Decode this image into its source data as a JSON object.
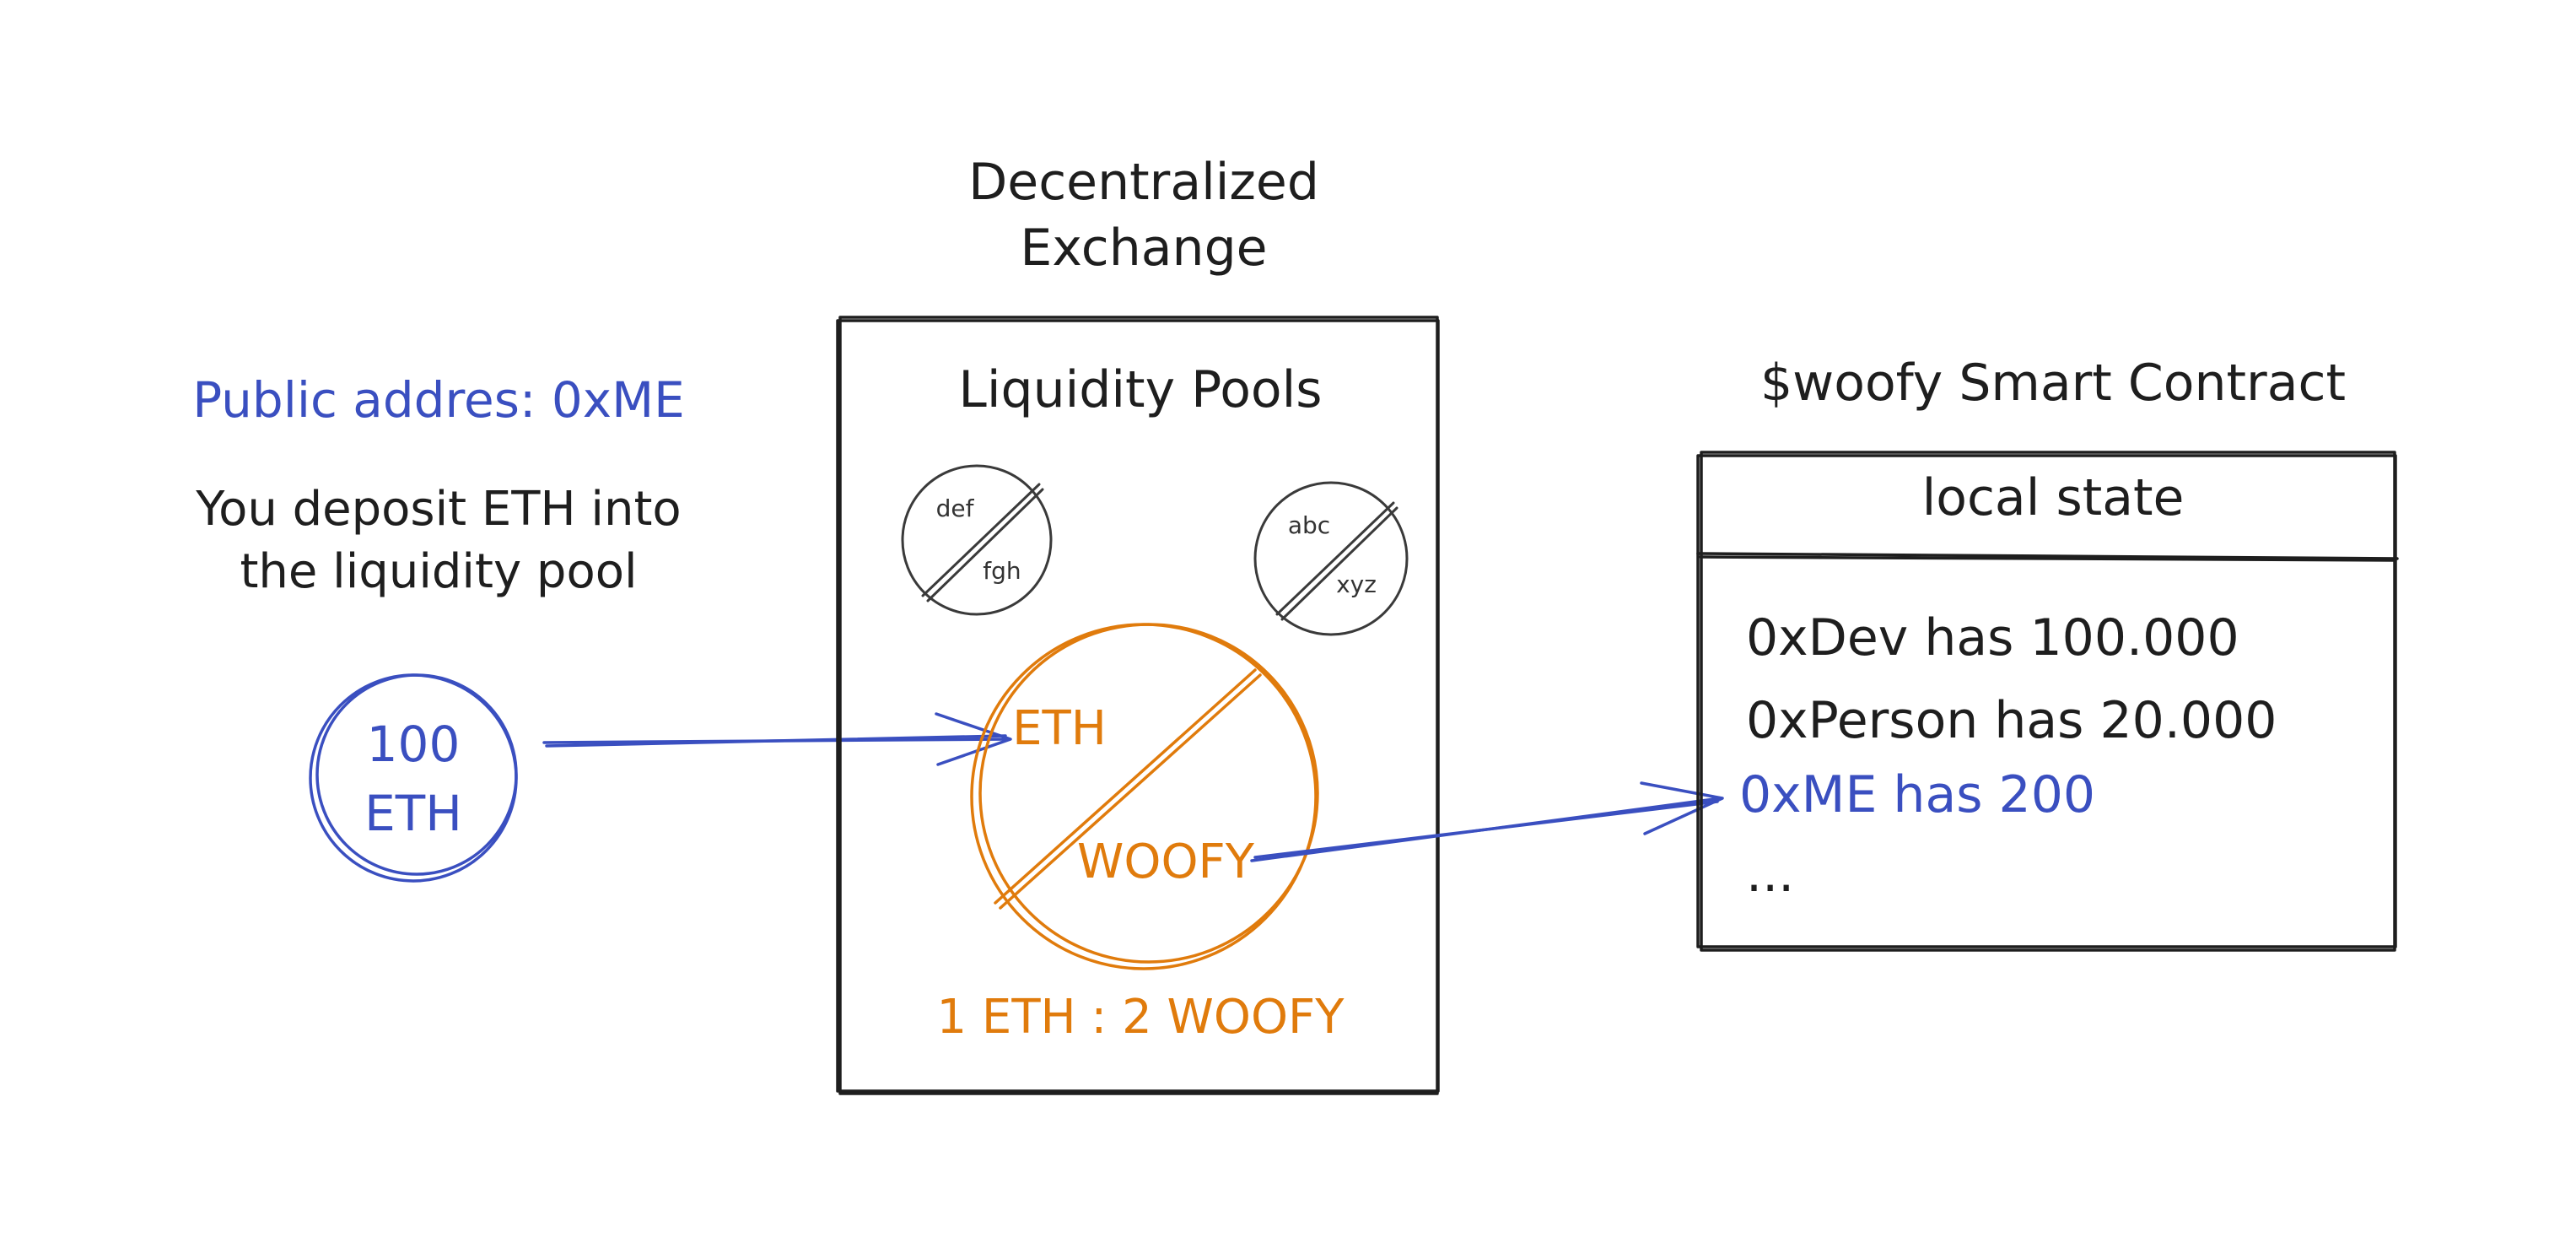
{
  "left": {
    "public_address": "Public addres: 0xME",
    "deposit_line1": "You deposit ETH into",
    "deposit_line2": "the liquidity pool",
    "coin_amount": "100",
    "coin_symbol": "ETH"
  },
  "dex": {
    "title_line1": "Decentralized",
    "title_line2": "Exchange",
    "pools_label": "Liquidity Pools",
    "small_pool_1": {
      "top": "def",
      "bottom": "fgh"
    },
    "small_pool_2": {
      "top": "abc",
      "bottom": "xyz"
    },
    "main_pool": {
      "top": "ETH",
      "bottom": "WOOFY"
    },
    "ratio": "1 ETH : 2 WOOFY"
  },
  "contract": {
    "title": "$woofy Smart Contract",
    "header": "local state",
    "rows": [
      {
        "text": "0xDev has 100.000",
        "highlight": false
      },
      {
        "text": "0xPerson has 20.000",
        "highlight": false
      },
      {
        "text": "0xME has 200",
        "highlight": true
      },
      {
        "text": "...",
        "highlight": false
      }
    ]
  },
  "colors": {
    "ink": "#1e1e1e",
    "blue": "#3a4fc0",
    "orange": "#e07b0c"
  }
}
